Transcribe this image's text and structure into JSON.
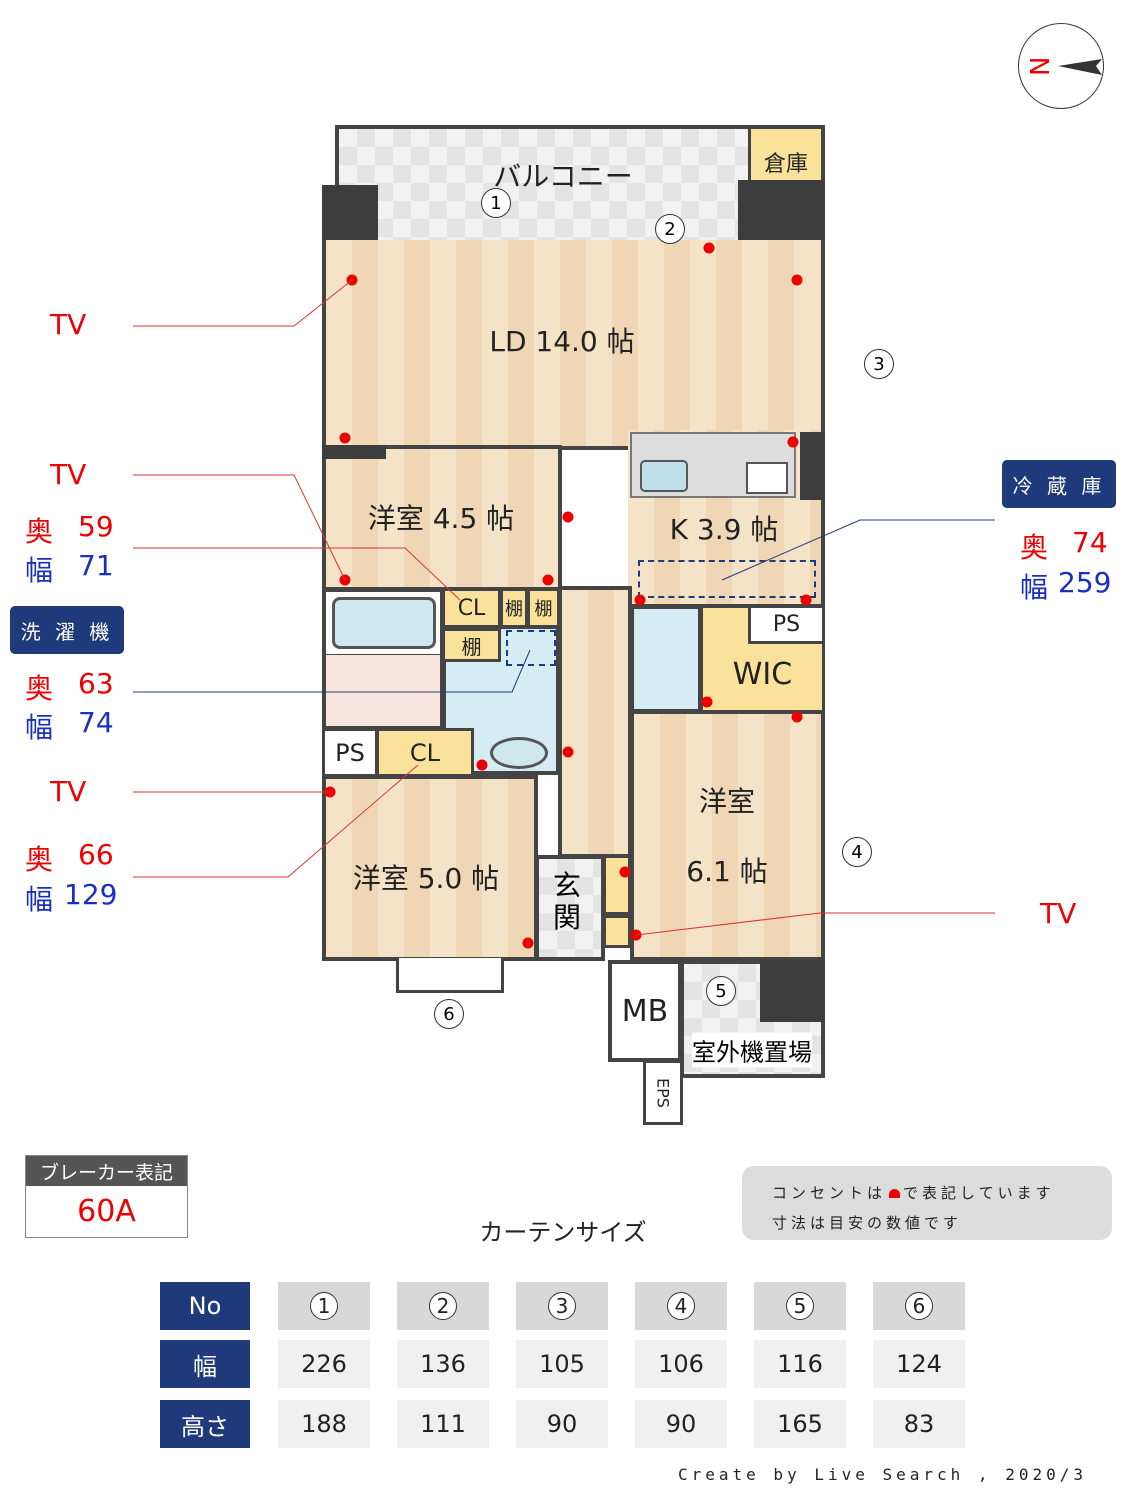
{
  "compass": {
    "icon": "north-arrow-icon",
    "label": "N"
  },
  "rooms": {
    "balcony": "バルコニー",
    "storage": "倉庫",
    "ld": "LD 14.0 帖",
    "western45": "洋室 4.5 帖",
    "kitchen": "K 3.9 帖",
    "cl1": "CL",
    "shelf1": "棚",
    "shelf2": "棚",
    "shelf3": "棚",
    "ps1": "PS",
    "wic": "WIC",
    "ps2": "PS",
    "cl2": "CL",
    "western50": "洋室 5.0 帖",
    "entrance": "玄関",
    "western61_a": "洋室",
    "western61_b": "6.1 帖",
    "mb": "MB",
    "outdoor_unit": "室外機置場",
    "eps": "EPS"
  },
  "window_marks": [
    "1",
    "2",
    "3",
    "4",
    "5",
    "6"
  ],
  "annotations": {
    "tv1": "TV",
    "tv2": "TV",
    "tv3": "TV",
    "tv4": "TV",
    "closet_depth": {
      "label": "奥",
      "value": "59"
    },
    "closet_width": {
      "label": "幅",
      "value": "71"
    },
    "washer": {
      "title": "洗 濯 機",
      "depth_label": "奥",
      "depth": "63",
      "width_label": "幅",
      "width": "74"
    },
    "cl2_depth": {
      "label": "奥",
      "value": "66"
    },
    "cl2_width": {
      "label": "幅",
      "value": "129"
    },
    "fridge": {
      "title": "冷 蔵 庫",
      "depth_label": "奥",
      "depth": "74",
      "width_label": "幅",
      "width": "259"
    }
  },
  "breaker": {
    "title": "ブレーカー表記",
    "value": "60A"
  },
  "notes": {
    "line1_a": "コンセントは",
    "line1_b": "で表記しています",
    "line2": "寸法は目安の数値です"
  },
  "curtain": {
    "title": "カーテンサイズ",
    "headers": [
      "No",
      "幅",
      "高さ"
    ],
    "columns": [
      {
        "no": "1",
        "width": "226",
        "height": "188"
      },
      {
        "no": "2",
        "width": "136",
        "height": "111"
      },
      {
        "no": "3",
        "width": "105",
        "height": "90"
      },
      {
        "no": "4",
        "width": "106",
        "height": "90"
      },
      {
        "no": "5",
        "width": "116",
        "height": "165"
      },
      {
        "no": "6",
        "width": "124",
        "height": "83"
      }
    ]
  },
  "footer": "Create by Live Search , 2020/3",
  "colors": {
    "outlet": "#e00000",
    "navy": "#1f3a7a",
    "red_text": "#e00000",
    "blue_text": "#1a2fc0"
  }
}
